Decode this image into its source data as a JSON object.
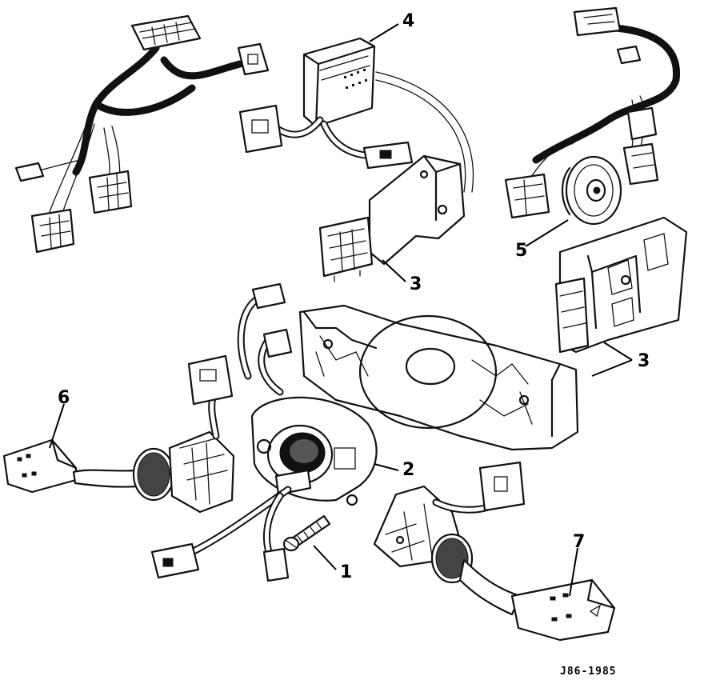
{
  "callouts": {
    "c1": "1",
    "c2": "2",
    "c3a": "3",
    "c3b": "3",
    "c4": "4",
    "c5": "5",
    "c6": "6",
    "c7": "7"
  },
  "reference_code": "J86-1985",
  "colors": {
    "ink": "#111111",
    "paper": "#ffffff"
  }
}
